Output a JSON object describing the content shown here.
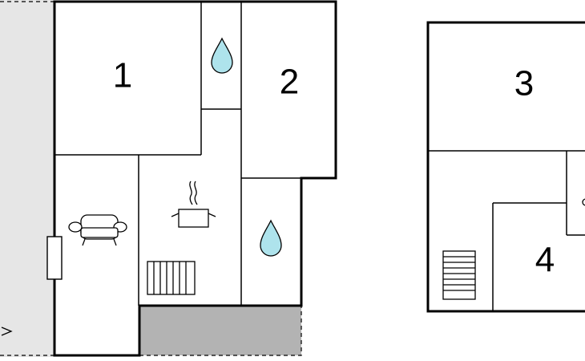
{
  "plan": {
    "colors": {
      "wall": "#000000",
      "outside_area": "#e6e6e6",
      "terrace": "#b3b3b3",
      "water": "#aee3ec"
    },
    "icons": [
      "water-drop-icon",
      "sofa-icon",
      "cooking-pot-icon",
      "radiator-icon",
      "staircase-icon"
    ],
    "rooms": [
      {
        "id": "room-1",
        "label": "1"
      },
      {
        "id": "room-2",
        "label": "2"
      },
      {
        "id": "room-3",
        "label": "3"
      },
      {
        "id": "room-4",
        "label": "4"
      }
    ]
  }
}
